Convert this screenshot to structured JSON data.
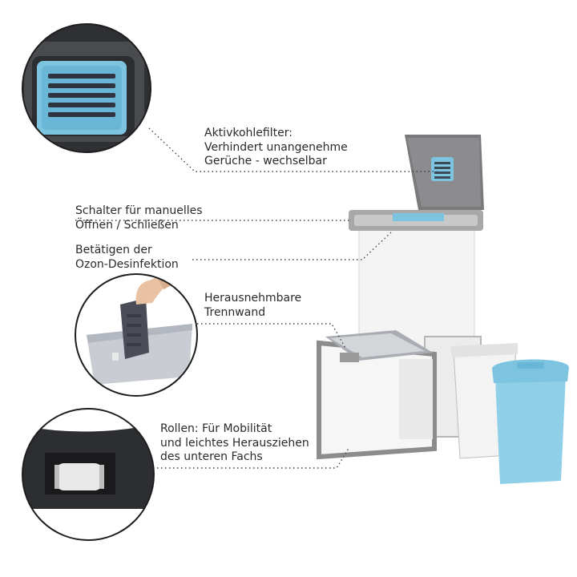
{
  "callouts": {
    "filter": {
      "lines": [
        "Aktivkohlefilter:",
        "Verhindert unangenehme",
        "Gerüche - wechselbar"
      ]
    },
    "switch": {
      "lines": [
        "Schalter für manuelles",
        "Öffnen / Schließen"
      ]
    },
    "ozone": {
      "lines": [
        "Betätigen der",
        "Ozon-Desinfektion"
      ]
    },
    "divider": {
      "lines": [
        "Herausnehmbare",
        "Trennwand"
      ]
    },
    "wheels": {
      "lines": [
        "Rollen: Für Mobilität",
        "und leichtes Herausziehen",
        "des unteren Fachs"
      ]
    }
  },
  "colors": {
    "accent_blue": "#7cc4e0",
    "bin_white": "#f4f4f4",
    "frame_gray": "#9a9a9a",
    "dark_gray": "#3b3b3d"
  }
}
